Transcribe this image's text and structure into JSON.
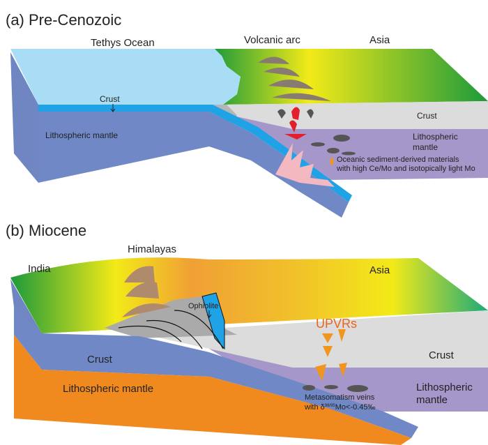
{
  "panel_a": {
    "title": "(a)  Pre-Cenozoic",
    "labels": {
      "tethys": "Tethys Ocean",
      "arc": "Volcanic arc",
      "asia": "Asia",
      "crust_ocean": "Crust",
      "litho_left": "Lithospheric mantle",
      "crust_right": "Crust",
      "litho_right_1": "Lithospheric",
      "litho_right_2": "mantle",
      "note_1": "Oceanic sediment-derived materials",
      "note_2": "with high Ce/Mo and isotopically light Mo"
    }
  },
  "panel_b": {
    "title": "(b)  Miocene",
    "labels": {
      "india": "India",
      "himalayas": "Himalayas",
      "asia": "Asia",
      "ophiolite": "Ophiolite",
      "upvrs": "UPVRs",
      "crust_left": "Crust",
      "litho_left": "Lithospheric mantle",
      "crust_right": "Crust",
      "litho_right_1": "Lithospheric",
      "litho_right_2": "mantle",
      "veins_1": "Metasomatism veins",
      "veins_2_prefix": "with  δ",
      "veins_sup": "98/95",
      "veins_2_suffix": "Mo<-0.45‰"
    }
  },
  "colors": {
    "ocean": "#a9dcf5",
    "slab_blue": "#1fa3e6",
    "mantle_blue": "#7088c6",
    "crust_gray": "#dcdcdc",
    "mantle_purple": "#a597c9",
    "green": "#1c9a3a",
    "yellow": "#f3ea18",
    "orange": "#f0951e",
    "magma_red": "#e3202a",
    "upvrs": "#e8651d"
  }
}
